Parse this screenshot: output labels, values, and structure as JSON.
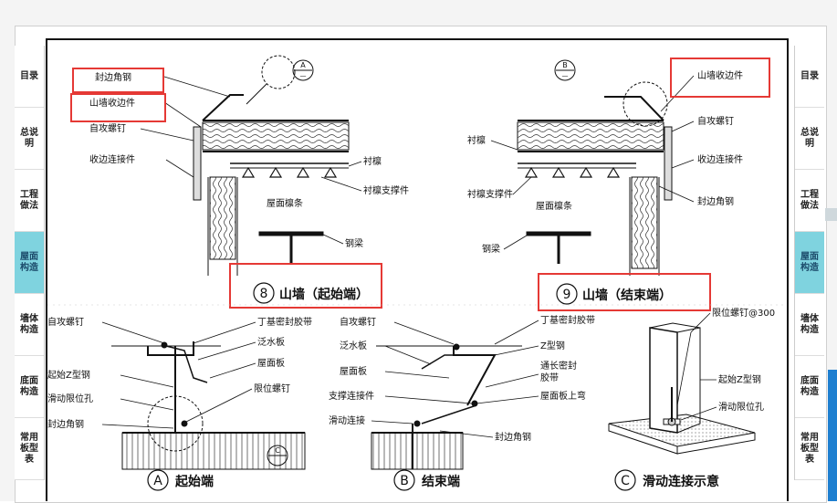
{
  "tabs_left": [
    {
      "label": "目录",
      "active": false
    },
    {
      "label": "总说明",
      "active": false
    },
    {
      "label": "工程做法",
      "active": false
    },
    {
      "label": "屋面构造",
      "active": true
    },
    {
      "label": "墙体构造",
      "active": false
    },
    {
      "label": "底面构造",
      "active": false
    },
    {
      "label": "常用板型表",
      "active": false
    }
  ],
  "tabs_right": [
    {
      "label": "目录",
      "active": false
    },
    {
      "label": "总说明",
      "active": false
    },
    {
      "label": "工程做法",
      "active": false
    },
    {
      "label": "屋面构造",
      "active": true
    },
    {
      "label": "墙体构造",
      "active": false
    },
    {
      "label": "底面构造",
      "active": false
    },
    {
      "label": "常用板型表",
      "active": false
    }
  ],
  "colors": {
    "highlight": "#e53935",
    "tab_active": "#7fd3df",
    "line": "#111111"
  },
  "detail8": {
    "number": "8",
    "title": "山墙（起始端）",
    "callout_mark": "A",
    "labels": {
      "edge_angle": "封边角钢",
      "gable_trim": "山墙收边件",
      "screw": "自攻螺钉",
      "trim_connector": "收边连接件",
      "liner_purlin": "衬檩",
      "purlin_support": "衬檩支撑件",
      "roof_purlin": "屋面檩条",
      "steel_beam": "钢梁"
    }
  },
  "detail9": {
    "number": "9",
    "title": "山墙（结束端）",
    "callout_mark": "B",
    "labels": {
      "gable_trim": "山墙收边件",
      "screw": "自攻螺钉",
      "liner_purlin": "衬檩",
      "trim_connector": "收边连接件",
      "purlin_support": "衬檩支撑件",
      "roof_purlin": "屋面檩条",
      "edge_angle": "封边角钢",
      "steel_beam": "钢梁"
    }
  },
  "detailA": {
    "letter": "A",
    "title": "起始端",
    "callout_mark": "C",
    "labels": {
      "screw": "自攻螺钉",
      "butyl_tape": "丁基密封胶带",
      "flashing": "泛水板",
      "roof_panel": "屋面板",
      "z_steel": "起始Z型钢",
      "slot": "滑动限位孔",
      "limit_screw": "限位螺钉",
      "edge_angle": "封边角钢"
    }
  },
  "detailB": {
    "letter": "B",
    "title": "结束端",
    "labels": {
      "screw": "自攻螺钉",
      "butyl_tape": "丁基密封胶带",
      "flashing": "泛水板",
      "z_steel": "Z型钢",
      "roof_panel": "屋面板",
      "long_seal_1": "通长密封",
      "long_seal_2": "胶带",
      "support": "支撑连接件",
      "panel_fold": "屋面板上弯",
      "slide": "滑动连接",
      "edge_angle": "封边角钢"
    }
  },
  "detailC": {
    "letter": "C",
    "title": "滑动连接示意",
    "labels": {
      "limit_screw": "限位螺钉@300",
      "z_steel": "起始Z型钢",
      "slot": "滑动限位孔"
    }
  }
}
